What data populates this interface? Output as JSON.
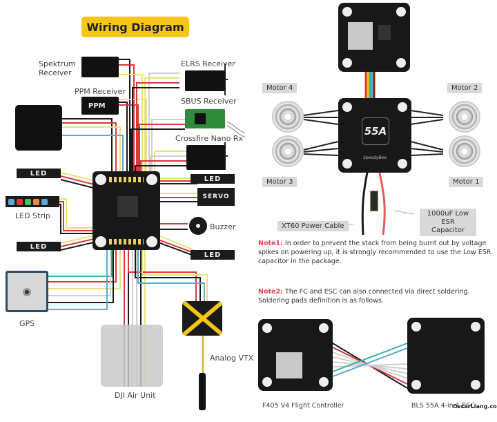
{
  "title": "Wiring Diagram",
  "left_panel": {
    "receivers": {
      "spektrum": "Spektrum Receiver",
      "ppm": "PPM Receiver",
      "ppm_box_text": "PPM",
      "elrs": "ELRS Receiver",
      "sbus": "SBUS Receiver",
      "crossfire": "Crossfire Nano Rx"
    },
    "peripherals": {
      "led_top_left": "LED",
      "led_top_right": "LED",
      "led_bottom_left": "LED",
      "led_bottom_right": "LED",
      "led_strip": "LED Strip",
      "servo": "SERVO",
      "buzzer": "Buzzer",
      "gps": "GPS",
      "dji_air_unit": "DJI Air Unit",
      "analog_vtx": "Analog VTX"
    },
    "wire_colors": {
      "red": "#d9373b",
      "black": "#1a1a1a",
      "yellow": "#e8e27a",
      "white": "#cfcfcf",
      "blue": "#5aa9d6",
      "green": "#3bb39a"
    }
  },
  "right_panel": {
    "motors": [
      "Motor 4",
      "Motor 2",
      "Motor 3",
      "Motor 1"
    ],
    "esc_label": "55A",
    "esc_brand": "SpeedyBee",
    "callouts": {
      "power_cable": "XT60 Power Cable",
      "capacitor": "1000uF Low ESR Capacitor"
    },
    "notes": [
      {
        "tag": "Note1:",
        "text": " In order to prevent the stack from being burnt out by voltage spikes on powering up, it is strongly recommended to use the Low ESR capacitor in the package."
      },
      {
        "tag": "Note2:",
        "text": " The FC and ESC can also connected via direct soldering. Soldering pads definition is as follows."
      }
    ],
    "bottom_labels": {
      "fc": "F405 V4 Flight Controller",
      "esc": "BLS 55A 4-in-1 ESC"
    },
    "watermark": "OscarLiang.com"
  }
}
